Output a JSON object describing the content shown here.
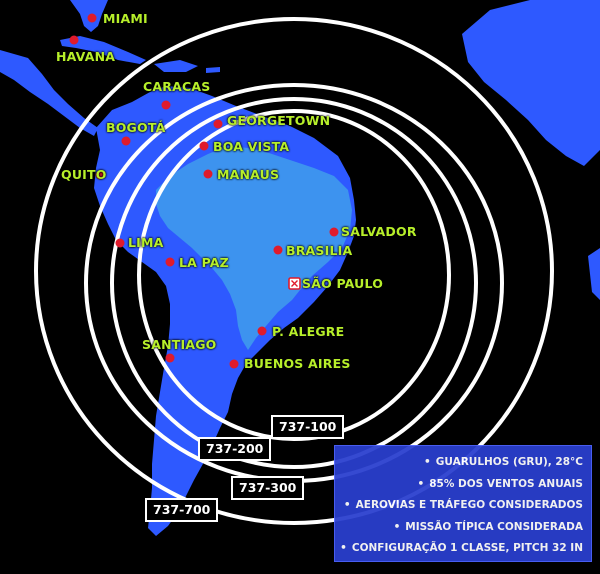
{
  "map": {
    "colors": {
      "background": "#000000",
      "land": "#2e59ff",
      "brazil": "#3d93ef",
      "ranges": "#ffffff",
      "city_dot": "#e01b2c",
      "label": "#b7ef2a",
      "info_box": "#2a3fcf"
    },
    "origin": {
      "label": "SÃO PAULO",
      "icon": "airport-marker-icon"
    },
    "cities": [
      {
        "id": "miami",
        "label": "MIAMI"
      },
      {
        "id": "havana",
        "label": "HAVANA"
      },
      {
        "id": "caracas",
        "label": "CARACAS"
      },
      {
        "id": "bogota",
        "label": "BOGOTÁ"
      },
      {
        "id": "georgetown",
        "label": "GEORGETOWN"
      },
      {
        "id": "boa-vista",
        "label": "BOA VISTA"
      },
      {
        "id": "quito",
        "label": "QUITO"
      },
      {
        "id": "manaus",
        "label": "MANAUS"
      },
      {
        "id": "salvador",
        "label": "SALVADOR"
      },
      {
        "id": "lima",
        "label": "LIMA"
      },
      {
        "id": "brasilia",
        "label": "BRASILIA"
      },
      {
        "id": "la-paz",
        "label": "LA PAZ"
      },
      {
        "id": "p-alegre",
        "label": "P. ALEGRE"
      },
      {
        "id": "santiago",
        "label": "SANTIAGO"
      },
      {
        "id": "buenos-aires",
        "label": "BUENOS AIRES"
      }
    ],
    "ranges": [
      {
        "id": "737-100",
        "label": "737-100"
      },
      {
        "id": "737-200",
        "label": "737-200"
      },
      {
        "id": "737-300",
        "label": "737-300"
      },
      {
        "id": "737-700",
        "label": "737-700"
      }
    ],
    "notes": [
      "GUARULHOS (GRU), 28°C",
      "85% DOS VENTOS ANUAIS",
      "AEROVIAS E TRÁFEGO CONSIDERADOS",
      "MISSÃO TÍPICA CONSIDERADA",
      "CONFIGURAÇÃO 1 CLASSE, PITCH 32 IN"
    ]
  }
}
